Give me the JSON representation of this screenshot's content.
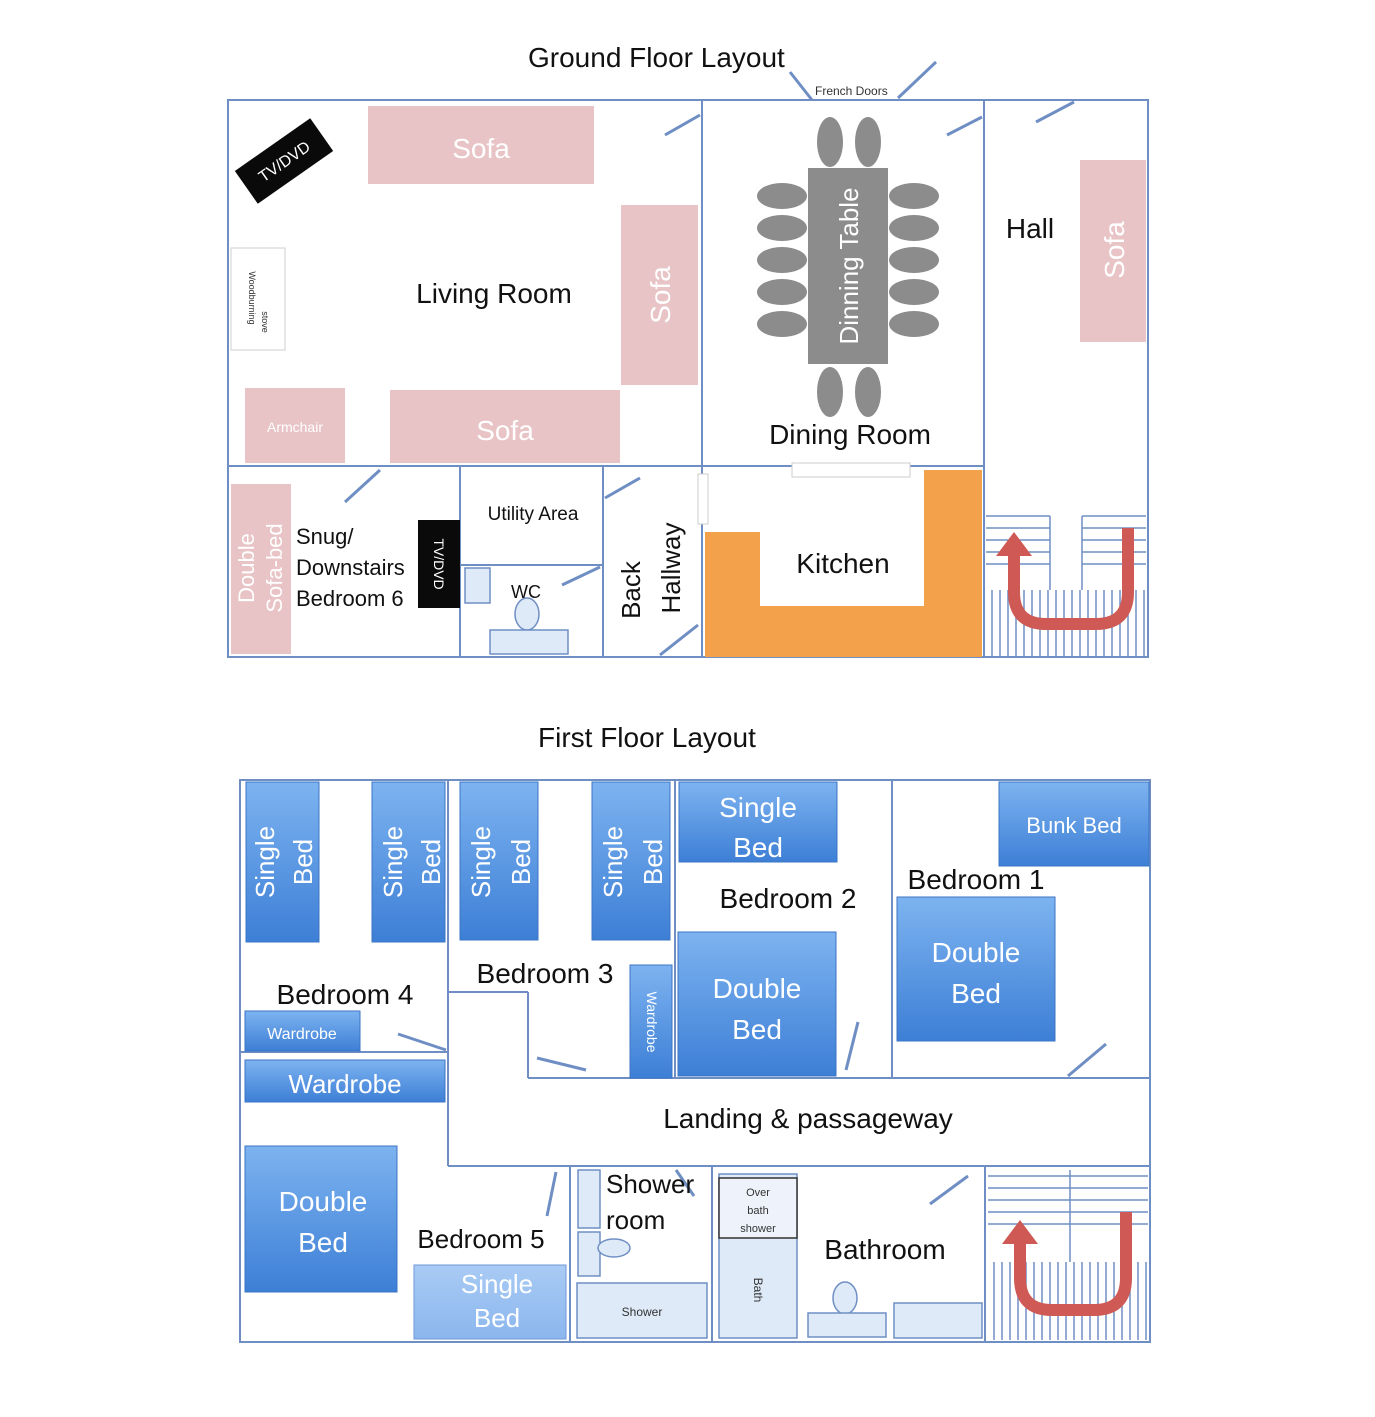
{
  "titles": {
    "ground": "Ground Floor Layout",
    "first": "First Floor Layout"
  },
  "colors": {
    "wall": "#6f8fc4",
    "sofa": "#e9c4c6",
    "blue_furniture": "#4f8edc",
    "kitchen": "#f4a14c",
    "dining": "#8c8c8c",
    "stairs_arrow": "#cf5a55"
  },
  "ground_floor": {
    "french_doors": "French Doors",
    "tv_living": "TV/DVD",
    "sofa_top": "Sofa",
    "sofa_right": "Sofa",
    "sofa_bottom": "Sofa",
    "sofa_hall": "Sofa",
    "stove_line1": "Woodburning",
    "stove_line2": "stove",
    "living_room": "Living Room",
    "armchair": "Armchair",
    "dining_table": "Dinning Table",
    "dining_room": "Dining Room",
    "hall": "Hall",
    "sofa_bed_line1": "Double",
    "sofa_bed_line2": "Sofa-bed",
    "snug_line1": "Snug/",
    "snug_line2": "Downstairs",
    "snug_line3": "Bedroom 6",
    "tv_snug": "TV/DVD",
    "utility": "Utility Area",
    "wc": "WC",
    "back_line1": "Back",
    "back_line2": "Hallway",
    "kitchen": "Kitchen"
  },
  "first_floor": {
    "single_a1": "Single",
    "single_a2": "Bed",
    "single_b1": "Single",
    "single_b2": "Bed",
    "single_c1": "Single",
    "single_c2": "Bed",
    "single_d1": "Single",
    "single_d2": "Bed",
    "single_e1": "Single",
    "single_e2": "Bed",
    "bunk": "Bunk Bed",
    "bedroom1": "Bedroom 1",
    "bedroom2": "Bedroom 2",
    "bedroom3": "Bedroom 3",
    "bedroom4": "Bedroom 4",
    "bedroom5": "Bedroom 5",
    "double_b2_1": "Double",
    "double_b2_2": "Bed",
    "double_b1_1": "Double",
    "double_b1_2": "Bed",
    "double_b5_1": "Double",
    "double_b5_2": "Bed",
    "wardrobe_small": "Wardrobe",
    "wardrobe_large": "Wardrobe",
    "wardrobe_b3": "Wardrobe",
    "landing": "Landing & passageway",
    "shower_room_1": "Shower",
    "shower_room_2": "room",
    "shower": "Shower",
    "over_bath_1": "Over",
    "over_bath_2": "bath",
    "over_bath_3": "shower",
    "bath": "Bath",
    "bathroom": "Bathroom",
    "single_f1": "Single",
    "single_f2": "Bed"
  }
}
